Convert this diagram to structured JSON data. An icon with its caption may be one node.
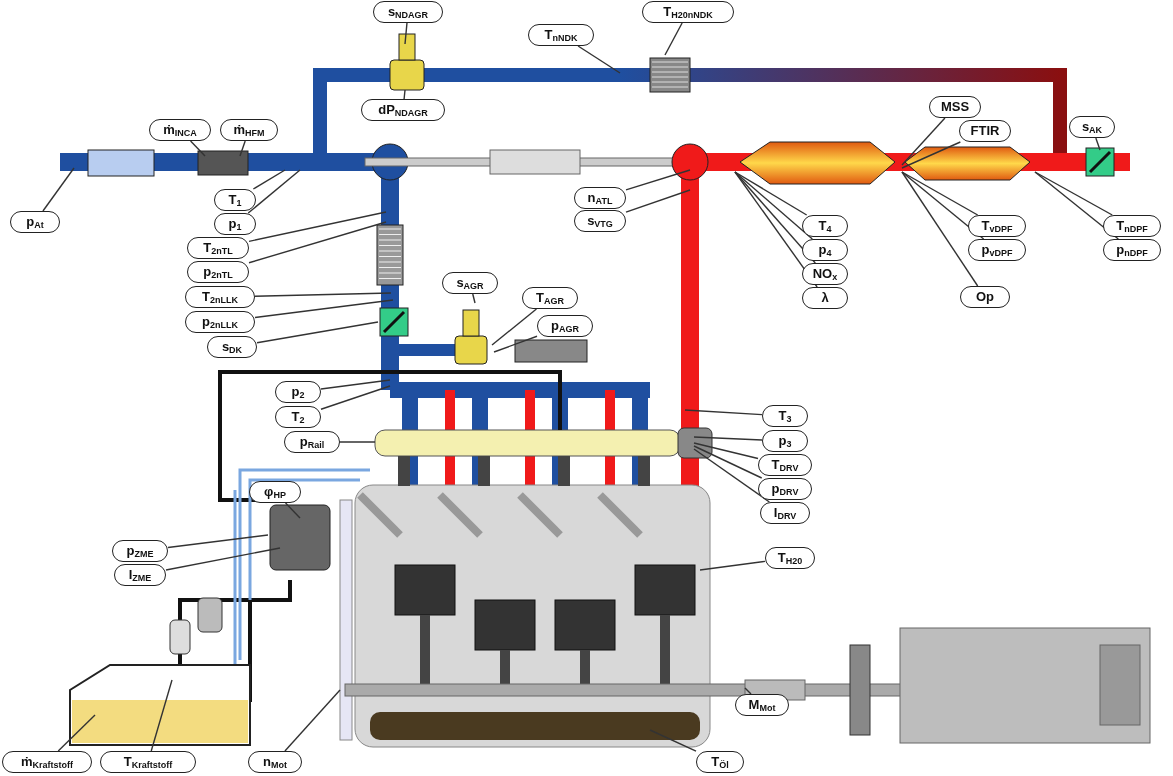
{
  "diagram": {
    "nodes": [
      {
        "text": [
          "ṁ$_{INCA}$"
        ]
      },
      {
        "text": [
          "ṁ$_{HFM}$"
        ]
      },
      {
        "text": [
          "s$_{NDAGR}$"
        ]
      },
      {
        "text": [
          "T$_{H20nNDK}$"
        ]
      },
      {
        "text": [
          "T$_{nNDK}$"
        ]
      },
      {
        "text": [
          "dP$_{NDAGR}$"
        ]
      },
      {
        "text": [
          "MSS"
        ]
      },
      {
        "text": [
          "FTIR"
        ]
      },
      {
        "text": [
          "s$_{AK}$"
        ]
      },
      {
        "text": [
          "p$_{At}$"
        ]
      },
      {
        "text": [
          "T$_{1}$"
        ]
      },
      {
        "text": [
          "p$_{1}$"
        ]
      },
      {
        "text": [
          "T$_{2nTL}$"
        ]
      },
      {
        "text": [
          "p$_{2nTL}$"
        ]
      },
      {
        "text": [
          "T$_{2nLLK}$"
        ]
      },
      {
        "text": [
          "p$_{2nLLK}$"
        ]
      },
      {
        "text": [
          "s$_{DK}$"
        ]
      },
      {
        "text": [
          "s$_{AGR}$"
        ]
      },
      {
        "text": [
          "T$_{AGR}$"
        ]
      },
      {
        "text": [
          "p$_{AGR}$"
        ]
      },
      {
        "text": [
          "n$_{ATL}$"
        ]
      },
      {
        "text": [
          "s$_{VTG}$"
        ]
      },
      {
        "text": [
          "T$_{4}$"
        ]
      },
      {
        "text": [
          "p$_{4}$"
        ]
      },
      {
        "text": [
          "NO$_{x}$"
        ]
      },
      {
        "text": [
          "λ"
        ]
      },
      {
        "text": [
          "T$_{vDPF}$"
        ]
      },
      {
        "text": [
          "p$_{vDPF}$"
        ]
      },
      {
        "text": [
          "T$_{nDPF}$"
        ]
      },
      {
        "text": [
          "p$_{nDPF}$"
        ]
      },
      {
        "text": [
          "Op"
        ]
      },
      {
        "text": [
          "p$_{2}$"
        ]
      },
      {
        "text": [
          "T$_{2}$"
        ]
      },
      {
        "text": [
          "p$_{Rail}$"
        ]
      },
      {
        "text": [
          "T$_{3}$"
        ]
      },
      {
        "text": [
          "p$_{3}$"
        ]
      },
      {
        "text": [
          "T$_{DRV}$"
        ]
      },
      {
        "text": [
          "p$_{DRV}$"
        ]
      },
      {
        "text": [
          "I$_{DRV}$"
        ]
      },
      {
        "text": [
          "φ$_{HP}$"
        ]
      },
      {
        "text": [
          "p$_{ZME}$"
        ]
      },
      {
        "text": [
          "I$_{ZME}$"
        ]
      },
      {
        "text": [
          "T$_{H20}$"
        ]
      },
      {
        "text": [
          "M$_{Mot}$"
        ]
      },
      {
        "text": [
          "n$_{Mot}$"
        ]
      },
      {
        "text": [
          "T$_{Öl}$"
        ]
      },
      {
        "text": [
          "ṁ$_{Kraftstoff}$"
        ]
      },
      {
        "text": [
          "T$_{Kraftstoff}$"
        ]
      }
    ],
    "edges": [
      {
        "from": 0,
        "to": null,
        "arrow": "none"
      },
      {
        "from": 1,
        "to": null,
        "arrow": "none"
      },
      {
        "from": 2,
        "to": null,
        "arrow": "none"
      },
      {
        "from": 3,
        "to": null,
        "arrow": "none"
      },
      {
        "from": 4,
        "to": null,
        "arrow": "none"
      },
      {
        "from": 5,
        "to": null,
        "arrow": "none"
      },
      {
        "from": 6,
        "to": null,
        "arrow": "none"
      },
      {
        "from": 7,
        "to": null,
        "arrow": "none"
      },
      {
        "from": 8,
        "to": null,
        "arrow": "none"
      },
      {
        "from": 9,
        "to": null,
        "arrow": "none"
      },
      {
        "from": 10,
        "to": null,
        "arrow": "none"
      },
      {
        "from": 11,
        "to": null,
        "arrow": "none"
      },
      {
        "from": 12,
        "to": null,
        "arrow": "none"
      },
      {
        "from": 13,
        "to": null,
        "arrow": "none"
      },
      {
        "from": 14,
        "to": null,
        "arrow": "none"
      },
      {
        "from": 15,
        "to": null,
        "arrow": "none"
      },
      {
        "from": 16,
        "to": null,
        "arrow": "none"
      },
      {
        "from": 17,
        "to": null,
        "arrow": "none"
      },
      {
        "from": 18,
        "to": null,
        "arrow": "none"
      },
      {
        "from": 19,
        "to": null,
        "arrow": "none"
      },
      {
        "from": 20,
        "to": null,
        "arrow": "none"
      },
      {
        "from": 21,
        "to": null,
        "arrow": "none"
      },
      {
        "from": 22,
        "to": null,
        "arrow": "none"
      },
      {
        "from": 23,
        "to": null,
        "arrow": "none"
      },
      {
        "from": 24,
        "to": null,
        "arrow": "none"
      },
      {
        "from": 25,
        "to": null,
        "arrow": "none"
      },
      {
        "from": 26,
        "to": null,
        "arrow": "none"
      },
      {
        "from": 27,
        "to": null,
        "arrow": "none"
      },
      {
        "from": 28,
        "to": null,
        "arrow": "none"
      },
      {
        "from": 29,
        "to": null,
        "arrow": "none"
      },
      {
        "from": 30,
        "to": null,
        "arrow": "none"
      },
      {
        "from": 31,
        "to": null,
        "arrow": "none"
      },
      {
        "from": 32,
        "to": null,
        "arrow": "none"
      },
      {
        "from": 33,
        "to": null,
        "arrow": "none"
      },
      {
        "from": 34,
        "to": null,
        "arrow": "none"
      },
      {
        "from": 35,
        "to": null,
        "arrow": "none"
      },
      {
        "from": 36,
        "to": null,
        "arrow": "none"
      },
      {
        "from": 37,
        "to": null,
        "arrow": "none"
      },
      {
        "from": 38,
        "to": null,
        "arrow": "none"
      },
      {
        "from": 39,
        "to": null,
        "arrow": "none"
      },
      {
        "from": 40,
        "to": null,
        "arrow": "none"
      },
      {
        "from": 41,
        "to": null,
        "arrow": "none"
      },
      {
        "from": 42,
        "to": null,
        "arrow": "none"
      },
      {
        "from": 43,
        "to": null,
        "arrow": "none"
      },
      {
        "from": 44,
        "to": null,
        "arrow": "none"
      },
      {
        "from": 45,
        "to": null,
        "arrow": "none"
      },
      {
        "from": 46,
        "to": null,
        "arrow": "none"
      },
      {
        "from": 47,
        "to": null,
        "arrow": "none"
      }
    ]
  }
}
